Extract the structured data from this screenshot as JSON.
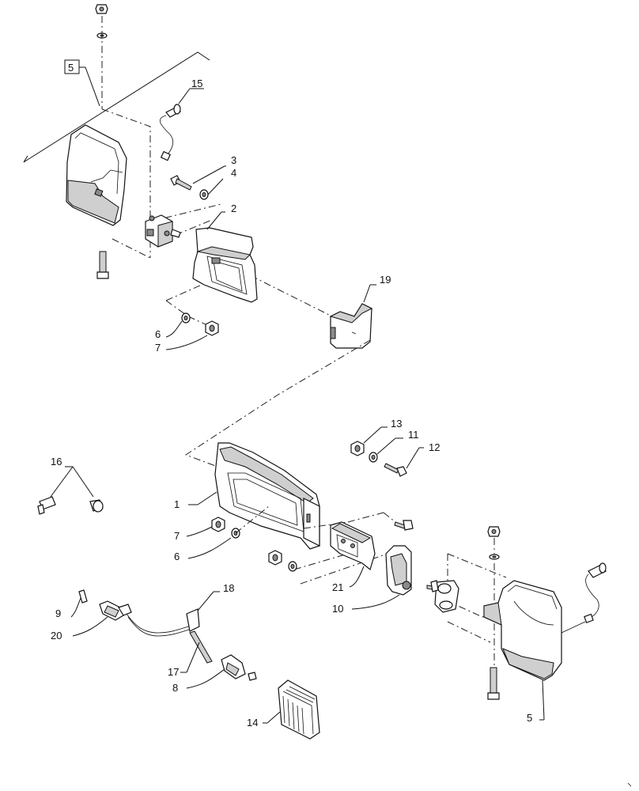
{
  "callouts": {
    "c1": "1",
    "c2": "2",
    "c3": "3",
    "c4": "4",
    "c5_box": "5",
    "c5": "5",
    "c6a": "6",
    "c6b": "6",
    "c7a": "7",
    "c7b": "7",
    "c8": "8",
    "c9": "9",
    "c10": "10",
    "c11": "11",
    "c12": "12",
    "c13": "13",
    "c14": "14",
    "c15": "15",
    "c16": "16",
    "c17": "17",
    "c18": "18",
    "c19": "19",
    "c20": "20",
    "c21": "21"
  }
}
